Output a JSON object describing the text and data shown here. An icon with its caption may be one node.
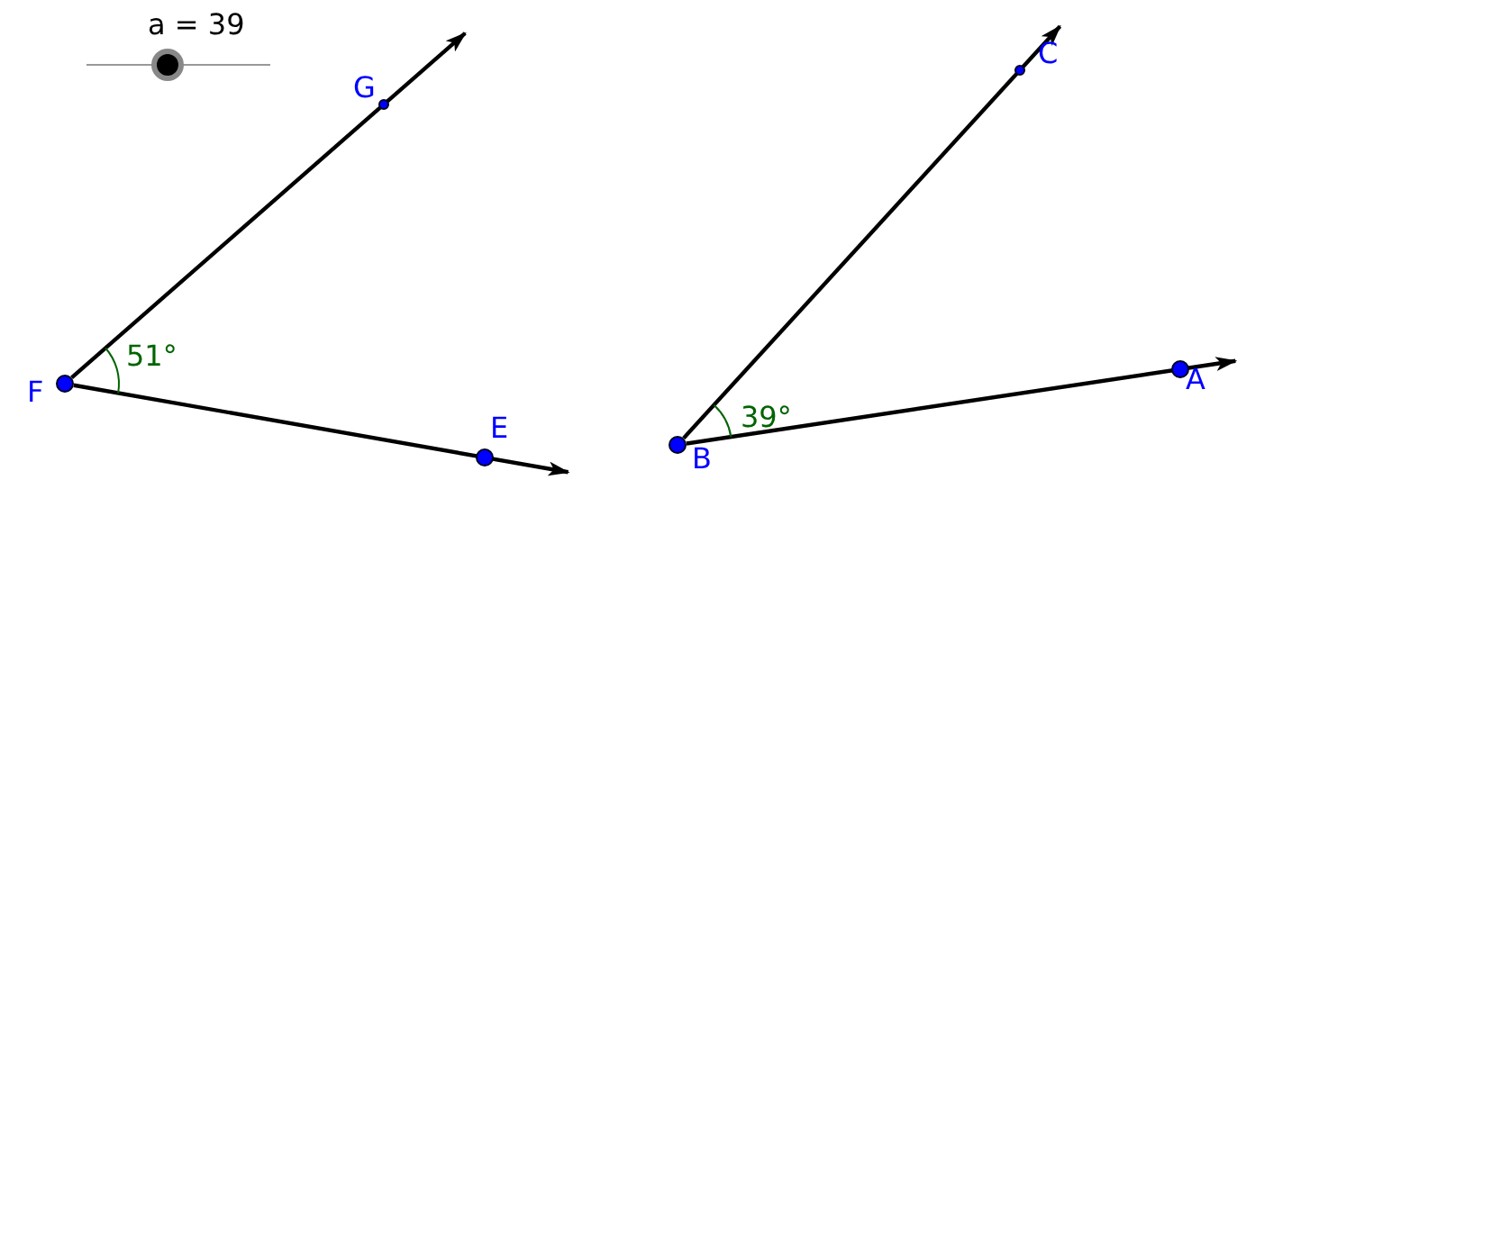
{
  "diagram": {
    "nodes": [
      {
        "text": [
          "F"
        ]
      },
      {
        "text": [
          "G"
        ]
      },
      {
        "text": [
          "E"
        ]
      },
      {
        "text": [
          "B"
        ]
      },
      {
        "text": [
          "C"
        ]
      },
      {
        "text": [
          "A"
        ]
      }
    ],
    "edges": [
      {
        "from": 0,
        "to": 1,
        "arrow": "to"
      },
      {
        "from": 0,
        "to": 2,
        "arrow": "to"
      },
      {
        "from": 3,
        "to": 4,
        "arrow": "to"
      },
      {
        "from": 3,
        "to": 5,
        "arrow": "to"
      }
    ],
    "labels": [
      "a = 39",
      "51°",
      "39°"
    ]
  }
}
